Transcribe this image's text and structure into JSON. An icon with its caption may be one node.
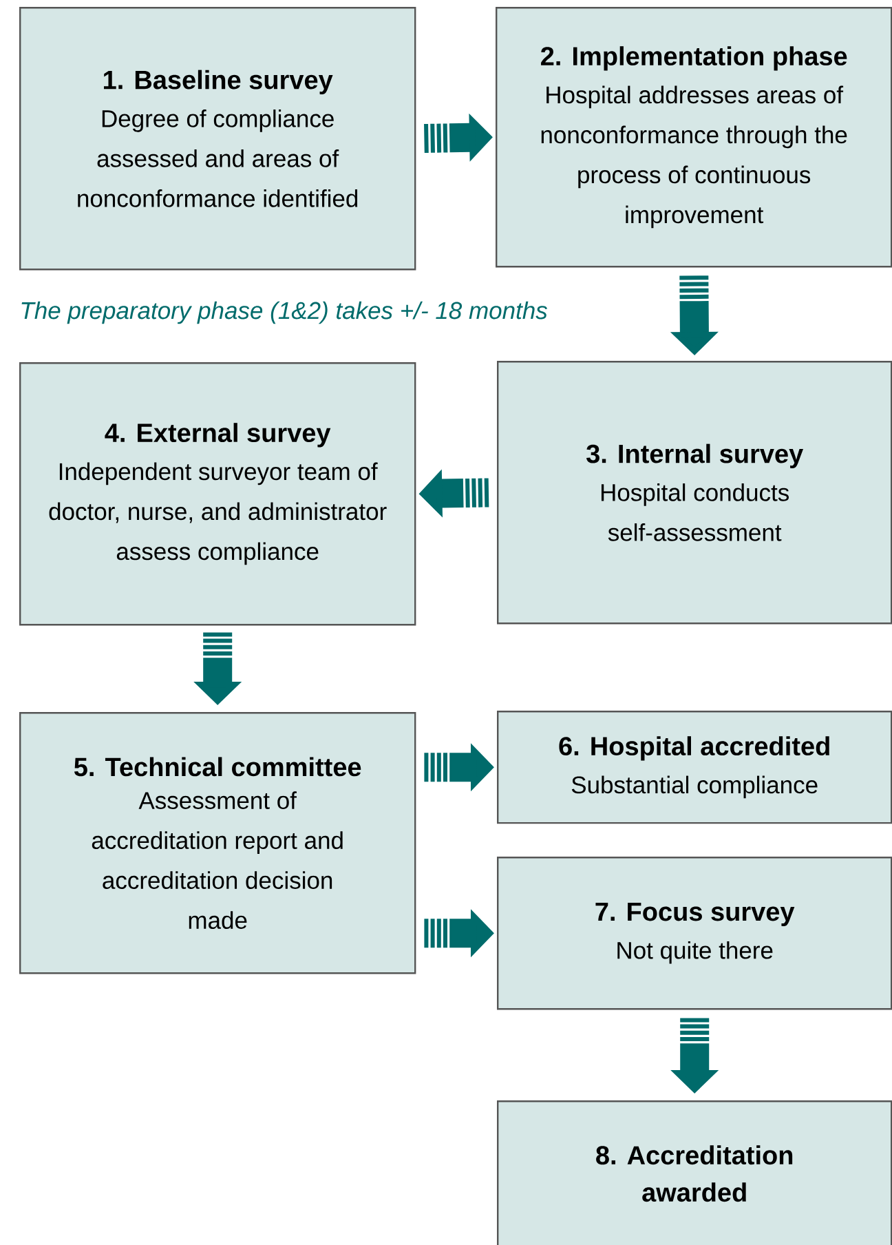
{
  "diagram": {
    "nodes": [
      {
        "text": [
          "1. Baseline survey",
          "Degree of compliance assessed and areas of nonconformance identified"
        ]
      },
      {
        "text": [
          "2. Implementation phase",
          "Hospital addresses areas of nonconformance through the process of continuous improvement"
        ]
      },
      {
        "text": [
          "3. Internal survey",
          "Hospital conducts self-assessment"
        ]
      },
      {
        "text": [
          "4. External survey",
          "Independent surveyor team of doctor, nurse, and administrator assess compliance"
        ]
      },
      {
        "text": [
          "5. Technical committee",
          "Assessment of accreditation report and accreditation decision made"
        ]
      },
      {
        "text": [
          "6. Hospital accredited",
          "Substantial compliance"
        ]
      },
      {
        "text": [
          "7. Focus survey",
          "Not quite there"
        ]
      },
      {
        "text": [
          "8. Accreditation awarded"
        ]
      }
    ],
    "edges": [
      {
        "from": 0,
        "to": 1,
        "arrow": "to"
      },
      {
        "from": 1,
        "to": 2,
        "arrow": "to"
      },
      {
        "from": 2,
        "to": 3,
        "arrow": "to"
      },
      {
        "from": 3,
        "to": 4,
        "arrow": "to"
      },
      {
        "from": 4,
        "to": 5,
        "arrow": "to"
      },
      {
        "from": 4,
        "to": 6,
        "arrow": "to"
      },
      {
        "from": 6,
        "to": 7,
        "arrow": "to"
      }
    ],
    "labels": [
      "The preparatory phase (1&2) takes +/- 18 months"
    ]
  }
}
